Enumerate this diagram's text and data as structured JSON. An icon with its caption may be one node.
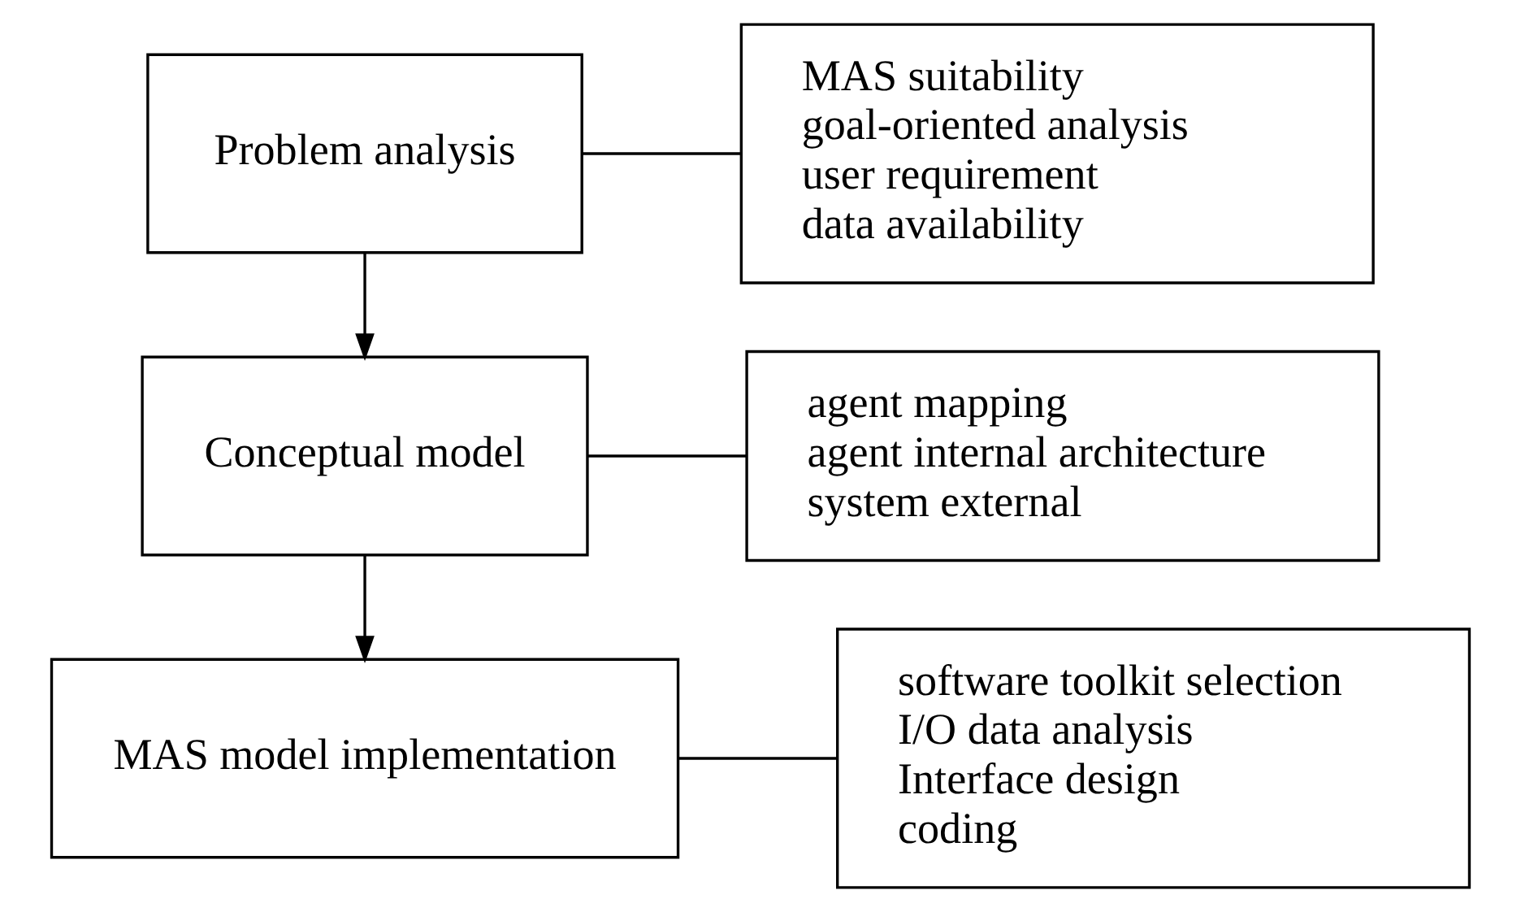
{
  "diagram": {
    "nodes": [
      {
        "text": [
          "Problem analysis"
        ]
      },
      {
        "text": [
          "MAS suitability",
          "goal-oriented analysis",
          "user requirement",
          "data availability"
        ]
      },
      {
        "text": [
          "Conceptual model"
        ]
      },
      {
        "text": [
          "agent mapping",
          "agent internal architecture",
          "system external"
        ]
      },
      {
        "text": [
          "MAS model implementation"
        ]
      },
      {
        "text": [
          "software toolkit selection",
          "I/O data analysis",
          "Interface design",
          "coding"
        ]
      }
    ],
    "edges": [
      {
        "from": 0,
        "to": 2,
        "arrow": "to"
      },
      {
        "from": 2,
        "to": 4,
        "arrow": "to"
      },
      {
        "from": 0,
        "to": 1,
        "arrow": "none"
      },
      {
        "from": 2,
        "to": 3,
        "arrow": "none"
      },
      {
        "from": 4,
        "to": 5,
        "arrow": "none"
      }
    ]
  }
}
